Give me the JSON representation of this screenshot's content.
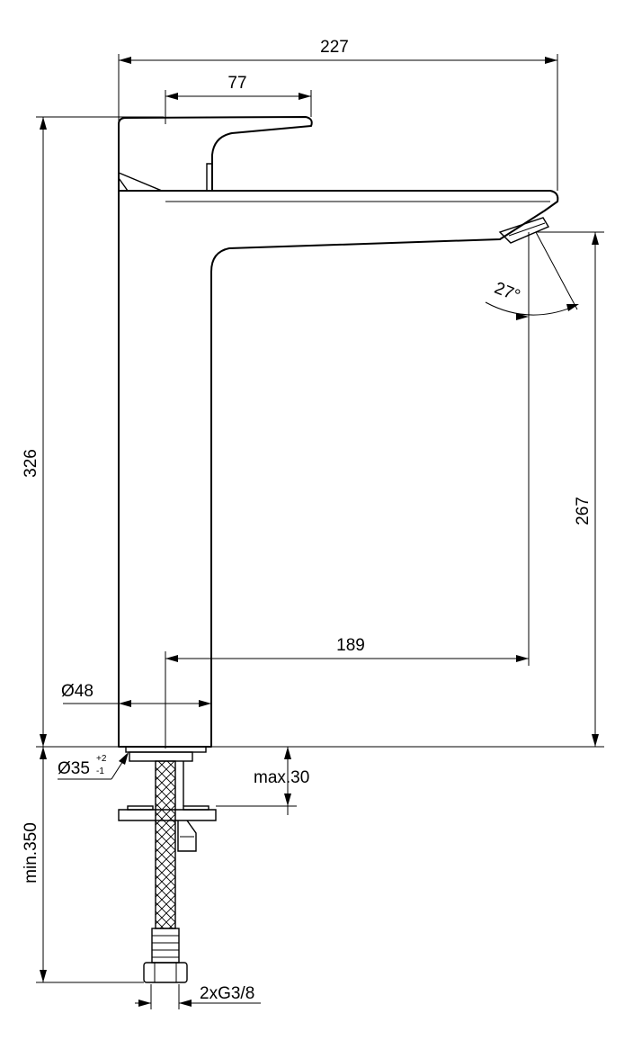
{
  "dimensions": {
    "overall_width": "227",
    "lever_width": "77",
    "total_height": "326",
    "spout_height": "267",
    "spout_reach": "189",
    "body_diameter": "Ø48",
    "hole_diameter": "Ø35",
    "hole_tol_plus": "+2",
    "hole_tol_minus": "-1",
    "max_thickness": "max.30",
    "min_hose_length": "min.350",
    "connection": "2xG3/8",
    "spray_angle": "27°"
  },
  "colors": {
    "line": "#000000",
    "background": "#ffffff"
  }
}
